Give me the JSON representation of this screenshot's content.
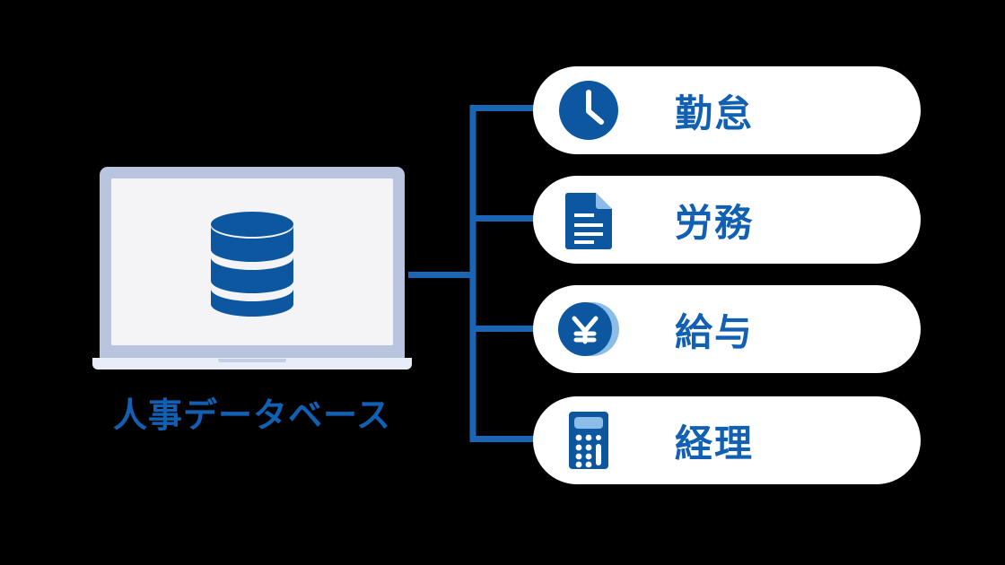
{
  "theme": {
    "background": "#000000",
    "brand_blue": "#0d57a0",
    "label_blue": "#1160b4",
    "card_white": "#ffffff",
    "laptop_bezel": "#b9c4de",
    "laptop_screen": "#f4f4f6",
    "accent_light_blue": "#8cbce8"
  },
  "source_node": {
    "name": "hr-database",
    "icon": "database-cylinder-icon",
    "device_icon": "laptop-icon",
    "caption": "人事データベース"
  },
  "connector": {
    "name": "tree-connector",
    "style": "orthogonal-elbow",
    "color": "#1a66b5",
    "stroke_width": 7,
    "branches": 4
  },
  "cards": [
    {
      "icon": "clock-icon",
      "label": "勤怠"
    },
    {
      "icon": "document-icon",
      "label": "労務"
    },
    {
      "icon": "yen-coin-icon",
      "label": "給与"
    },
    {
      "icon": "calculator-icon",
      "label": "経理"
    }
  ],
  "footnote": {
    "text": ""
  }
}
